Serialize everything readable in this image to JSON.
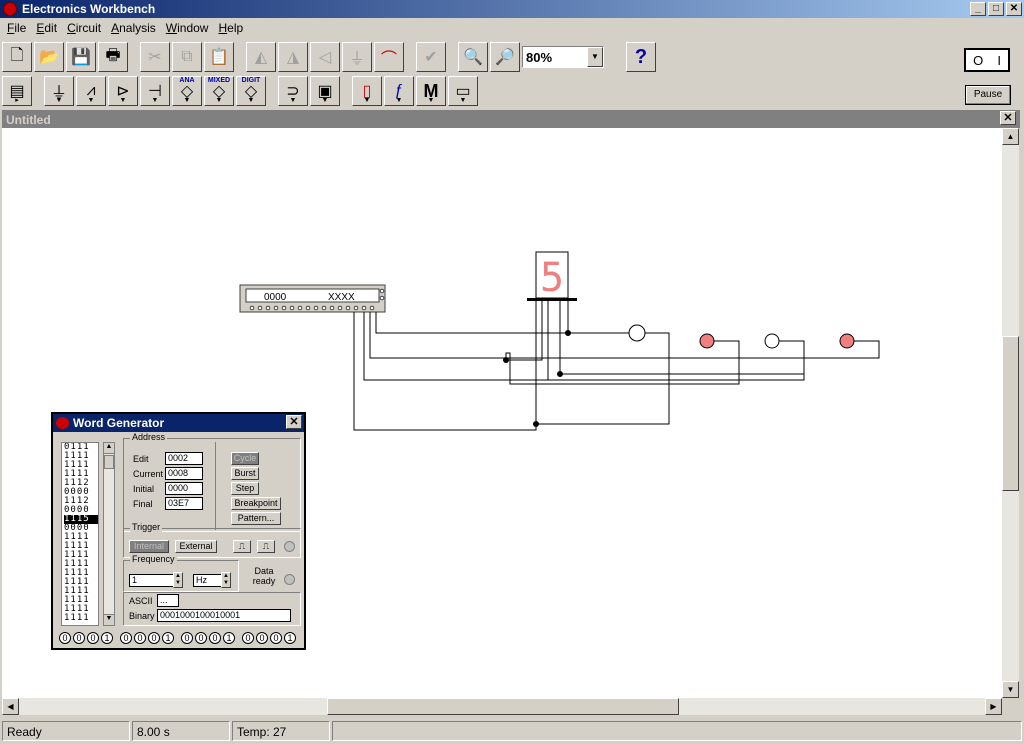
{
  "app": {
    "title": "Electronics Workbench"
  },
  "window_buttons": {
    "minimize": "_",
    "maximize": "□",
    "close": "✕"
  },
  "menu": [
    {
      "label": "File",
      "key": "F",
      "rest": "ile"
    },
    {
      "label": "Edit",
      "key": "E",
      "rest": "dit"
    },
    {
      "label": "Circuit",
      "key": "C",
      "rest": "ircuit"
    },
    {
      "label": "Analysis",
      "key": "A",
      "rest": "nalysis"
    },
    {
      "label": "Window",
      "key": "W",
      "rest": "indow"
    },
    {
      "label": "Help",
      "key": "H",
      "rest": "elp"
    }
  ],
  "toolbar": {
    "zoom": "80%",
    "help": "?",
    "pause": "Pause",
    "power_off": "O",
    "power_on": "I",
    "bin_labels": {
      "analog": "ANA",
      "mixed": "MIXED",
      "digital": "DIGIT"
    },
    "mics": "M"
  },
  "document": {
    "title": "Untitled",
    "close": "✕"
  },
  "circuit": {
    "word_gen_display": {
      "address": "0000",
      "word": "XXXX"
    },
    "seven_segment_digit": "5",
    "probes": [
      {
        "lit": false,
        "color": "#ffffff"
      },
      {
        "lit": true,
        "color": "#f08080"
      },
      {
        "lit": false,
        "color": "#ffffff"
      },
      {
        "lit": true,
        "color": "#f08080"
      }
    ]
  },
  "word_generator": {
    "title": "Word Generator",
    "words": [
      "0111",
      "1111",
      "1111",
      "1111",
      "1112",
      "0000",
      "1112",
      "0000",
      "1115",
      "0000",
      "1111",
      "1111",
      "1111",
      "1111",
      "1111",
      "1111",
      "1111",
      "1111",
      "1111",
      "1111"
    ],
    "selected_index": 8,
    "address": {
      "label": "Address",
      "edit_label": "Edit",
      "edit": "0002",
      "current_label": "Current",
      "current": "0008",
      "initial_label": "Initial",
      "initial": "0000",
      "final_label": "Final",
      "final": "03E7"
    },
    "buttons": {
      "cycle": "Cycle",
      "burst": "Burst",
      "step": "Step",
      "breakpoint": "Breakpoint",
      "pattern": "Pattern..."
    },
    "trigger": {
      "label": "Trigger",
      "internal": "Internal",
      "external": "External",
      "rising": "⎍",
      "falling": "⎍"
    },
    "frequency": {
      "label": "Frequency",
      "value": "1",
      "unit": "Hz"
    },
    "data_ready": "Data\nready",
    "ascii": {
      "label": "ASCII",
      "value": "..."
    },
    "binary": {
      "label": "Binary",
      "value": "0001000100010001"
    },
    "bits": [
      "0",
      "0",
      "0",
      "1",
      "0",
      "0",
      "0",
      "1",
      "0",
      "0",
      "0",
      "1",
      "0",
      "0",
      "0",
      "1"
    ]
  },
  "status": {
    "state": "Ready",
    "time": "8.00 s",
    "temp": "Temp:  27"
  }
}
